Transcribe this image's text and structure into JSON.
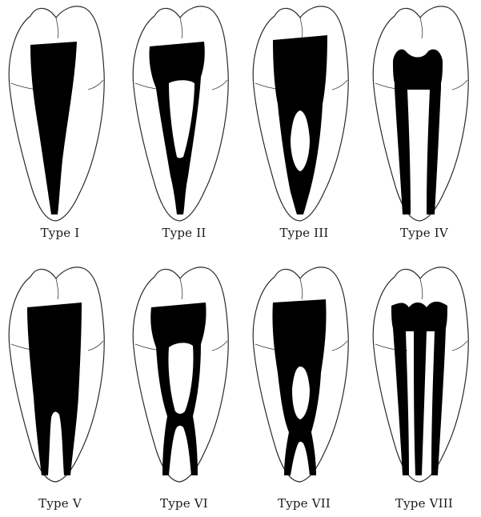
{
  "figure": {
    "colors": {
      "canal": "#000000",
      "outline": "#2a2a2a",
      "background": "#ffffff"
    },
    "items": [
      {
        "label": "Type I"
      },
      {
        "label": "Type II"
      },
      {
        "label": "Type III"
      },
      {
        "label": "Type IV"
      },
      {
        "label": "Type V"
      },
      {
        "label": "Type VI"
      },
      {
        "label": "Type VII"
      },
      {
        "label": "Type VIII"
      }
    ]
  }
}
